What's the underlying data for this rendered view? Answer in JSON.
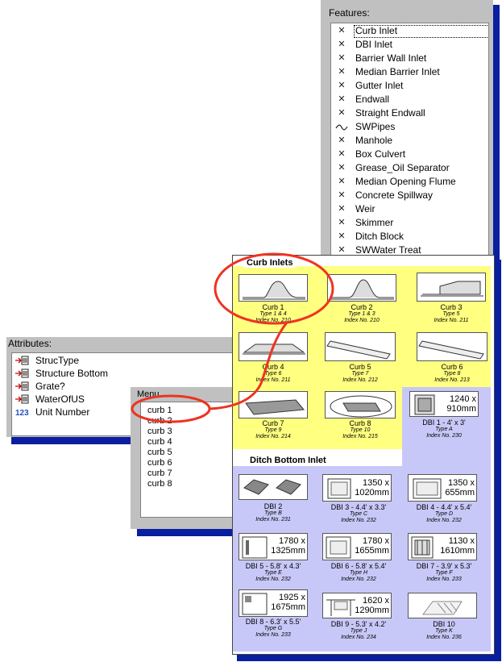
{
  "features": {
    "title": "Features:",
    "items": [
      {
        "icon": "x-icon",
        "label": "Curb Inlet",
        "selected": true
      },
      {
        "icon": "x-icon",
        "label": "DBI Inlet"
      },
      {
        "icon": "x-icon",
        "label": "Barrier Wall Inlet"
      },
      {
        "icon": "x-icon",
        "label": "Median Barrier Inlet"
      },
      {
        "icon": "x-icon",
        "label": "Gutter Inlet"
      },
      {
        "icon": "x-icon",
        "label": "Endwall"
      },
      {
        "icon": "x-icon",
        "label": "Straight Endwall"
      },
      {
        "icon": "line-icon",
        "label": "SWPipes"
      },
      {
        "icon": "x-icon",
        "label": "Manhole"
      },
      {
        "icon": "x-icon",
        "label": "Box Culvert"
      },
      {
        "icon": "x-icon",
        "label": "Grease_Oil Separator"
      },
      {
        "icon": "x-icon",
        "label": "Median Opening Flume"
      },
      {
        "icon": "x-icon",
        "label": "Concrete Spillway"
      },
      {
        "icon": "x-icon",
        "label": "Weir"
      },
      {
        "icon": "x-icon",
        "label": "Skimmer"
      },
      {
        "icon": "x-icon",
        "label": "Ditch Block"
      },
      {
        "icon": "x-icon",
        "label": "SWWater Treat"
      }
    ]
  },
  "attributes": {
    "title": "Attributes:",
    "items": [
      {
        "icon": "list-attr-icon",
        "label": "StrucType"
      },
      {
        "icon": "list-attr-icon",
        "label": "Structure Bottom"
      },
      {
        "icon": "list-attr-icon",
        "label": "Grate?"
      },
      {
        "icon": "list-attr-icon",
        "label": "WaterOfUS"
      },
      {
        "icon": "number-icon",
        "icon_text": "123",
        "label": "Unit Number"
      }
    ]
  },
  "menu": {
    "title": "Menu",
    "items": [
      "curb 1",
      "curb 2",
      "curb 3",
      "curb 4",
      "curb 5",
      "curb 6",
      "curb 7",
      "curb 8"
    ]
  },
  "sheet": {
    "curb_title": "Curb Inlets",
    "dbi_title": "Ditch Bottom Inlet",
    "curb_tiles": [
      {
        "name": "Curb 1",
        "type": "Type 1 & 4",
        "index": "Index No. 210"
      },
      {
        "name": "Curb 2",
        "type": "Type 1 & 3",
        "index": "Index No. 210"
      },
      {
        "name": "Curb 3",
        "type": "Type 5",
        "index": "Index No. 211"
      },
      {
        "name": "Curb 4",
        "type": "Type 6",
        "index": "Index No. 211"
      },
      {
        "name": "Curb 5",
        "type": "Type 7",
        "index": "Index No. 212"
      },
      {
        "name": "Curb 6",
        "type": "Type 8",
        "index": "Index No. 213"
      },
      {
        "name": "Curb 7",
        "type": "Type 9",
        "index": "Index No. 214"
      },
      {
        "name": "Curb 8",
        "type": "Type 10",
        "index": "Index No. 215"
      }
    ],
    "dbi_tiles": [
      {
        "name": "DBI 1 - 4' x 3'",
        "type": "Type A",
        "index": "Index No. 230",
        "dim1": "1240 x",
        "dim2": "910mm"
      },
      {
        "name": "DBI 2",
        "type": "Type B",
        "index": "Index No. 231",
        "dim1": "",
        "dim2": ""
      },
      {
        "name": "DBI 3 - 4.4' x 3.3'",
        "type": "Type C",
        "index": "Index No. 232",
        "dim1": "1350 x",
        "dim2": "1020mm"
      },
      {
        "name": "DBI 4 - 4.4' x 5.4'",
        "type": "Type D",
        "index": "Index No. 232",
        "dim1": "1350 x",
        "dim2": "655mm"
      },
      {
        "name": "DBI 5 - 5.8' x 4.3'",
        "type": "Type E",
        "index": "Index No. 232",
        "dim1": "1780 x",
        "dim2": "1325mm"
      },
      {
        "name": "DBI 6 - 5.8' x 5.4'",
        "type": "Type H",
        "index": "Index No. 232",
        "dim1": "1780 x",
        "dim2": "1655mm"
      },
      {
        "name": "DBI 7 - 3.9' x 5.3'",
        "type": "Type F",
        "index": "Index No. 233",
        "dim1": "1130 x",
        "dim2": "1610mm"
      },
      {
        "name": "DBI 8 - 6.3' x 5.5'",
        "type": "Type G",
        "index": "Index No. 233",
        "dim1": "1925 x",
        "dim2": "1675mm"
      },
      {
        "name": "DBI 9 - 5.3' x 4.2'",
        "type": "Type J",
        "index": "Index No. 234",
        "dim1": "1620 x",
        "dim2": "1290mm"
      },
      {
        "name": "DBI 10",
        "type": "Type K",
        "index": "Index No. 236",
        "dim1": "",
        "dim2": ""
      }
    ]
  },
  "colors": {
    "panel_gray": "#c0c0c0",
    "shadow_blue": "#0a1ea0",
    "curb_yellow": "#ffff80",
    "dbi_lavender": "#c8c8f8",
    "annotation_red": "#ee3322"
  }
}
